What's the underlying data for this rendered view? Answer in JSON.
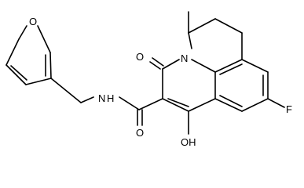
{
  "molecule": {
    "atoms": {
      "O_furan": "O",
      "NH_amide": "N",
      "H_amide": "H",
      "O_amide": "O",
      "N_ring": "N",
      "O_ketone": "O",
      "F": "F",
      "OH": "OH"
    }
  },
  "colors": {
    "background": "#ffffff",
    "stroke": "#000000"
  }
}
